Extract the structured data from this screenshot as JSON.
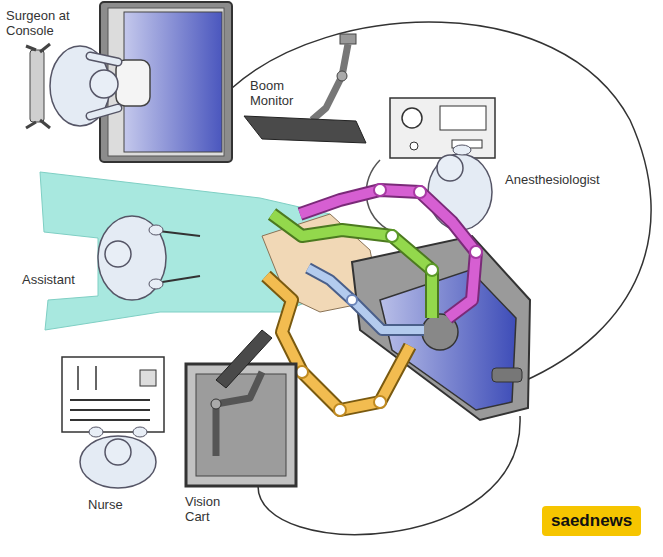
{
  "diagram": {
    "nodes": [
      {
        "text": [
          "saednews"
        ]
      }
    ],
    "labels": [
      "Surgeon at Console",
      "Boom Monitor",
      "Anesthesiologist",
      "Assistant",
      "Nurse",
      "Vision Cart"
    ]
  }
}
